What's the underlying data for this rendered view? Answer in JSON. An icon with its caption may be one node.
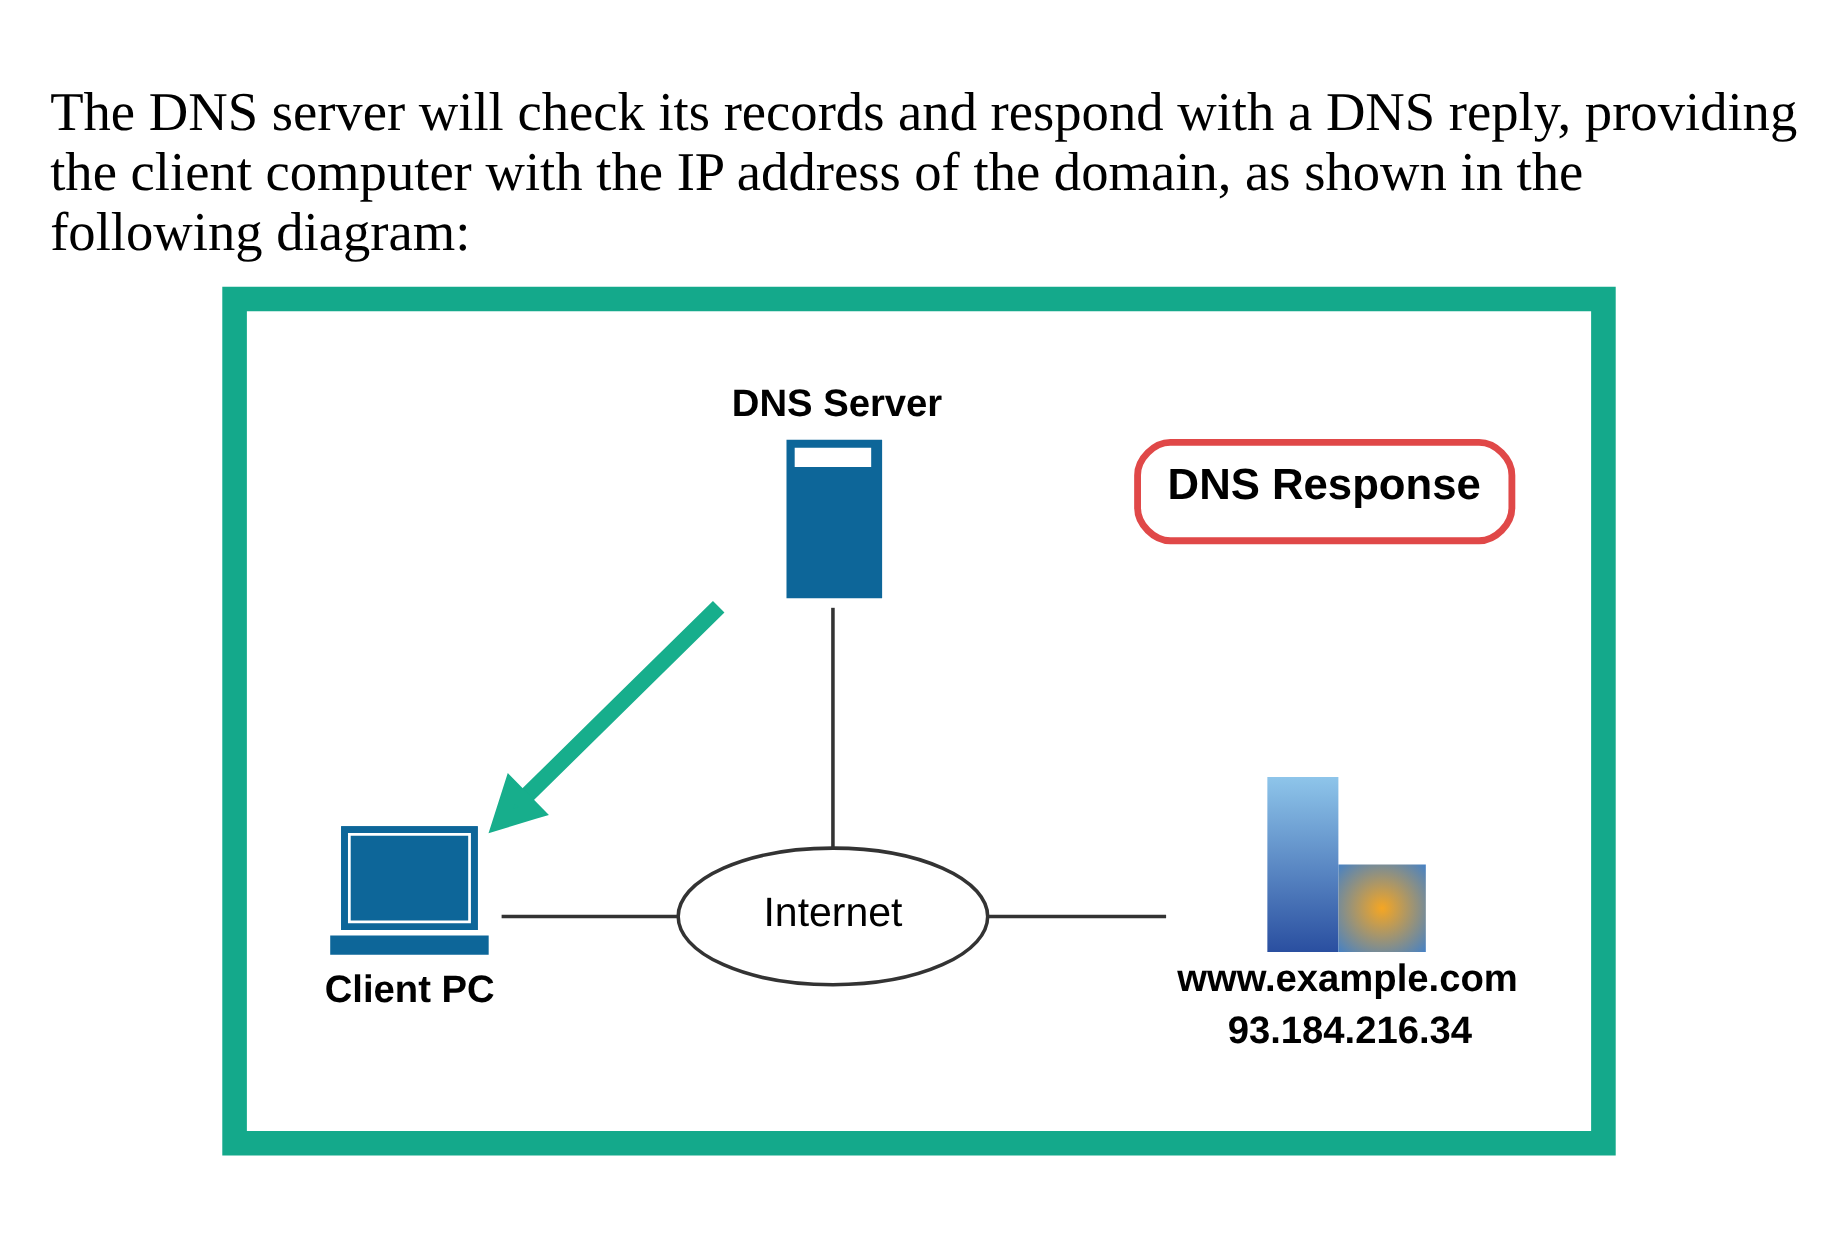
{
  "diagram": {
    "title": "The DNS server will check its records and respond with a DNS reply, providing the client computer with the IP address of the domain, as shown in the following diagram:",
    "nodes": [
      {
        "text": [],
        "shape": "box"
      },
      {
        "text": [
          "DNS Server"
        ],
        "in": 0
      },
      {
        "text": [
          "DNS Response"
        ],
        "in": 0
      },
      {
        "text": [
          "Client PC"
        ],
        "in": 0
      },
      {
        "text": [
          "Internet"
        ],
        "in": 0
      },
      {
        "text": [
          "www.example.com",
          "93.184.216.34"
        ],
        "in": 0
      }
    ],
    "edges": [
      {
        "from": 1,
        "to": 3,
        "arrow": "to",
        "style": "thick",
        "color": "#17ae8c"
      },
      {
        "from": 1,
        "to": 4,
        "arrow": "none"
      },
      {
        "from": 3,
        "to": 4,
        "arrow": "none"
      },
      {
        "from": 4,
        "to": 5,
        "arrow": "none"
      }
    ]
  }
}
